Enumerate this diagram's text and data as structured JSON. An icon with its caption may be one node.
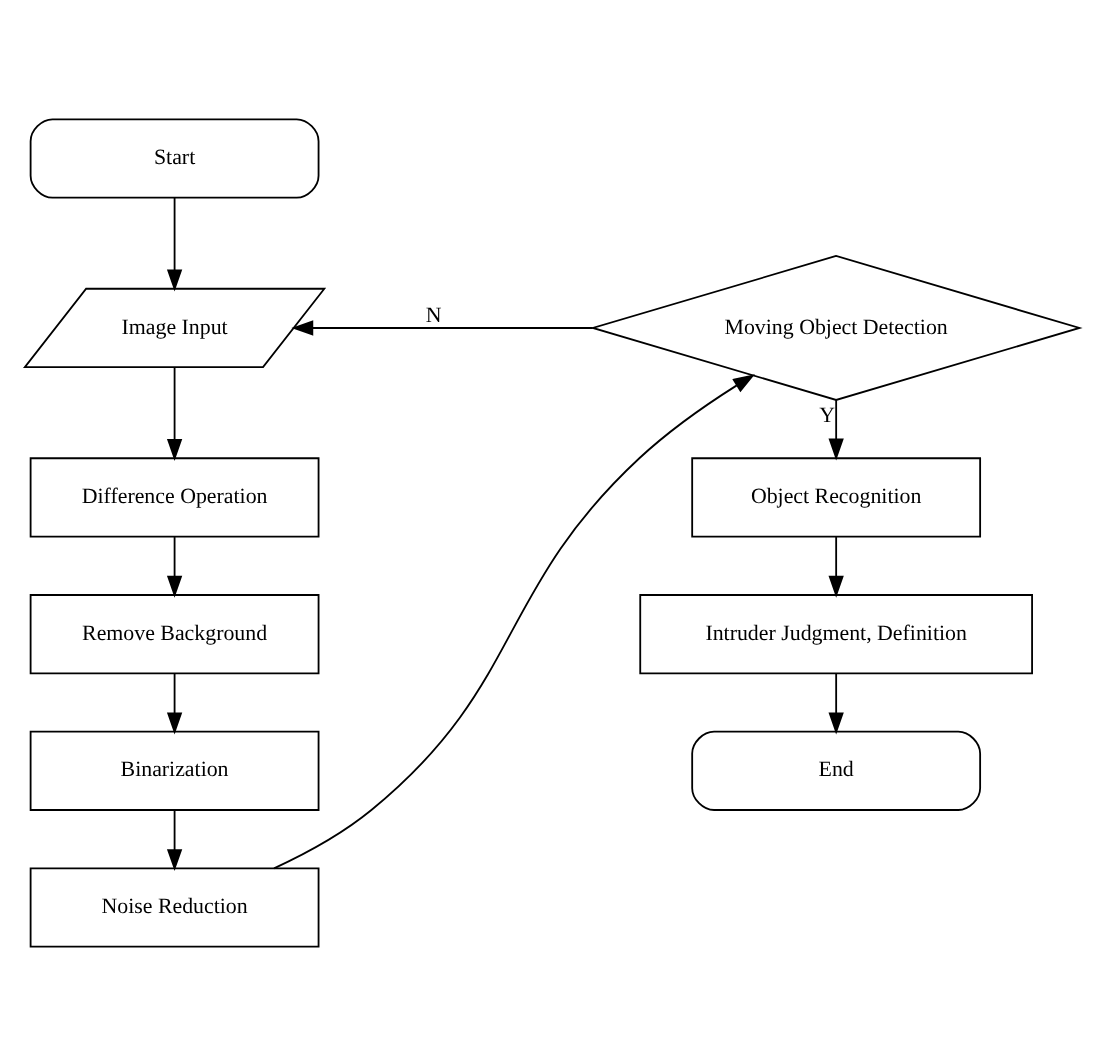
{
  "diagram": {
    "nodes": [
      {
        "text": [
          "Start"
        ]
      },
      {
        "text": [
          "Image Input"
        ]
      },
      {
        "text": [
          "Difference Operation"
        ]
      },
      {
        "text": [
          "Remove Background"
        ]
      },
      {
        "text": [
          "Binarization"
        ]
      },
      {
        "text": [
          "Noise Reduction"
        ]
      },
      {
        "text": [
          "Moving Object Detection"
        ]
      },
      {
        "text": [
          "Object Recognition"
        ]
      },
      {
        "text": [
          "Intruder Judgment, Definition"
        ]
      },
      {
        "text": [
          "End"
        ]
      }
    ],
    "edges": [
      {
        "from": 0,
        "to": 1,
        "arrow": "to"
      },
      {
        "from": 1,
        "to": 2,
        "arrow": "to"
      },
      {
        "from": 2,
        "to": 3,
        "arrow": "to"
      },
      {
        "from": 3,
        "to": 4,
        "arrow": "to"
      },
      {
        "from": 4,
        "to": 5,
        "arrow": "to"
      },
      {
        "from": 5,
        "to": 6,
        "arrow": "to"
      },
      {
        "from": 6,
        "to": 1,
        "arrow": "to",
        "label": "N"
      },
      {
        "from": 6,
        "to": 7,
        "arrow": "to",
        "label": "Y"
      },
      {
        "from": 7,
        "to": 8,
        "arrow": "to"
      },
      {
        "from": 8,
        "to": 9,
        "arrow": "to"
      }
    ]
  }
}
